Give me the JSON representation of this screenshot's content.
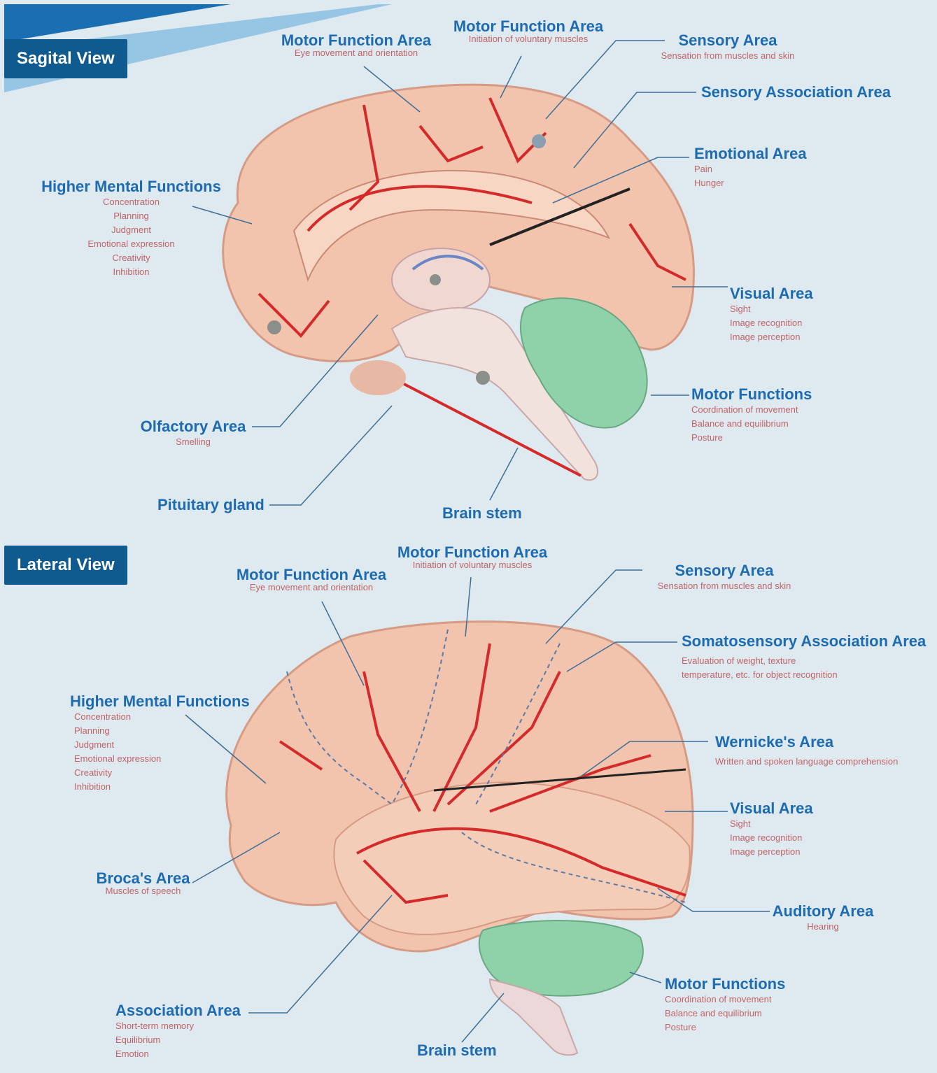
{
  "sagittal": {
    "badge": "Sagital View",
    "labels": {
      "motor_eye": {
        "title": "Motor Function Area",
        "subs": [
          "Eye movement and orientation"
        ]
      },
      "motor_vol": {
        "title": "Motor Function Area",
        "subs": [
          "Initiation of voluntary muscles"
        ]
      },
      "sensory": {
        "title": "Sensory Area",
        "subs": [
          "Sensation from muscles and skin"
        ]
      },
      "sensory_assoc": {
        "title": "Sensory Association Area",
        "subs": []
      },
      "emotional": {
        "title": "Emotional Area",
        "subs": [
          "Pain",
          "Hunger"
        ]
      },
      "higher": {
        "title": "Higher Mental Functions",
        "subs": [
          "Concentration",
          "Planning",
          "Judgment",
          "Emotional expression",
          "Creativity",
          "Inhibition"
        ]
      },
      "visual": {
        "title": "Visual Area",
        "subs": [
          "Sight",
          "Image recognition",
          "Image perception"
        ]
      },
      "motor_functions": {
        "title": "Motor Functions",
        "subs": [
          "Coordination of movement",
          "Balance and equilibrium",
          "Posture"
        ]
      },
      "olfactory": {
        "title": "Olfactory Area",
        "subs": [
          "Smelling"
        ]
      },
      "pituitary": {
        "title": "Pituitary gland",
        "subs": []
      },
      "brainstem": {
        "title": "Brain stem",
        "subs": []
      }
    }
  },
  "lateral": {
    "badge": "Lateral View",
    "labels": {
      "motor_eye": {
        "title": "Motor Function Area",
        "subs": [
          "Eye movement and orientation"
        ]
      },
      "motor_vol": {
        "title": "Motor Function Area",
        "subs": [
          "Initiation of voluntary muscles"
        ]
      },
      "sensory": {
        "title": "Sensory Area",
        "subs": [
          "Sensation from muscles and skin"
        ]
      },
      "somato": {
        "title": "Somatosensory Association Area",
        "subs": [
          "Evaluation of weight, texture",
          "temperature, etc. for object recognition"
        ]
      },
      "higher": {
        "title": "Higher Mental Functions",
        "subs": [
          "Concentration",
          "Planning",
          "Judgment",
          "Emotional expression",
          "Creativity",
          "Inhibition"
        ]
      },
      "wernicke": {
        "title": "Wernicke's Area",
        "subs": [
          "Written and spoken language comprehension"
        ]
      },
      "visual": {
        "title": "Visual Area",
        "subs": [
          "Sight",
          "Image recognition",
          "Image perception"
        ]
      },
      "broca": {
        "title": "Broca's Area",
        "subs": [
          "Muscles of speech"
        ]
      },
      "auditory": {
        "title": "Auditory Area",
        "subs": [
          "Hearing"
        ]
      },
      "motor_functions": {
        "title": "Motor Functions",
        "subs": [
          "Coordination of movement",
          "Balance and equilibrium",
          "Posture"
        ]
      },
      "association": {
        "title": "Association Area",
        "subs": [
          "Short-term memory",
          "Equilibrium",
          "Emotion"
        ]
      },
      "brainstem": {
        "title": "Brain stem",
        "subs": []
      }
    }
  },
  "colors": {
    "brain": "#f2c4ad",
    "artery": "#d42a2a",
    "cerebellum": "#8fd1a8",
    "label_title": "#1d6bb0",
    "label_sub": "#c0646a",
    "badge": "#0f5a8f"
  }
}
